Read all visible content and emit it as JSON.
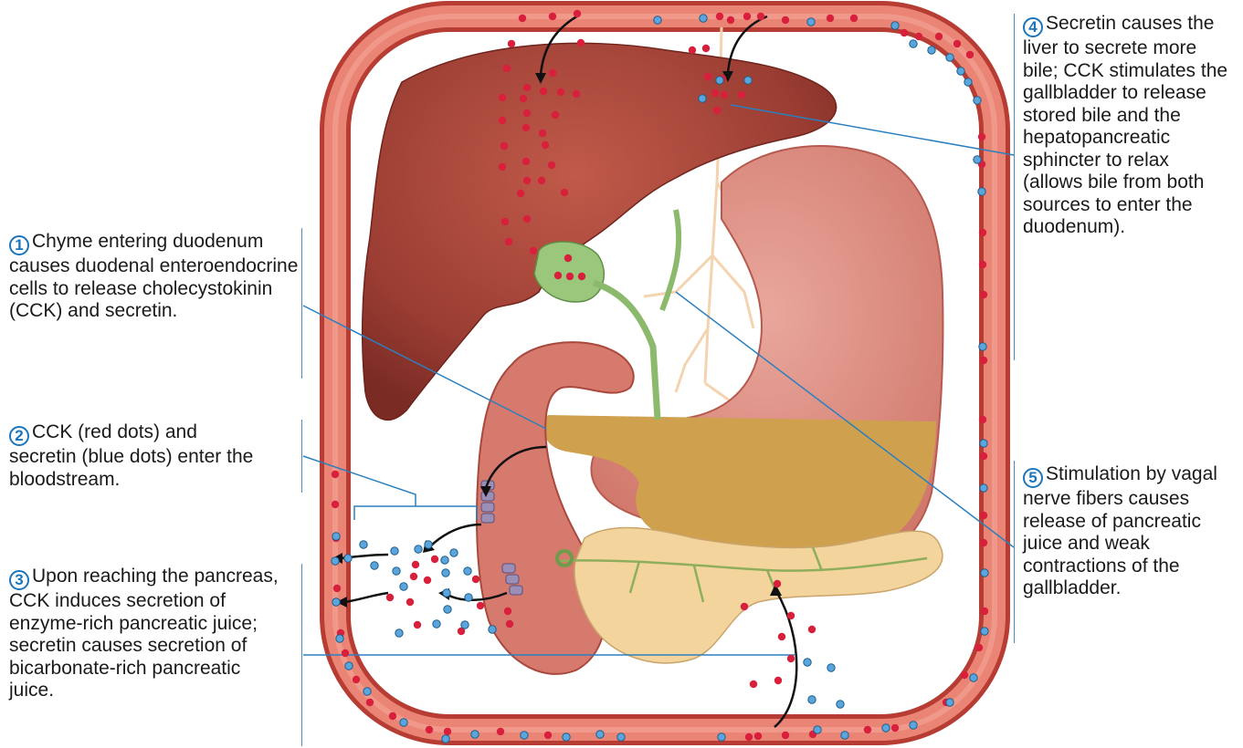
{
  "steps": [
    {
      "num": "1",
      "text": "Chyme entering duodenum causes duodenal enteroendocrine cells to release cholecystokinin (CCK) and secretin."
    },
    {
      "num": "2",
      "text": "CCK (red dots) and secretin (blue dots) enter the bloodstream."
    },
    {
      "num": "3",
      "text": "Upon reaching the pancreas, CCK induces secretion of enzyme-rich pancreatic juice; secretin causes secretion of bicarbonate-rich pancreatic juice."
    },
    {
      "num": "4",
      "text": "Secretin causes the liver to secrete more bile; CCK stimulates the gallbladder to release stored bile and the hepatopancreatic sphincter to relax (allows bile from both sources to enter the duodenum)."
    },
    {
      "num": "5",
      "text": "Stimulation by vagal nerve fibers causes release of pancreatic juice and weak contractions of the gallbladder."
    }
  ],
  "colors": {
    "cck_dot": "#d8203c",
    "secretin_dot": "#5aa6dc",
    "vessel": "#e2786a",
    "liver": "#a2443a",
    "stomach": "#de9187",
    "pancreas": "#f3d49c",
    "gallbladder": "#9ac77c",
    "chyme": "#cfa04e",
    "leader_line": "#2a80bf"
  }
}
